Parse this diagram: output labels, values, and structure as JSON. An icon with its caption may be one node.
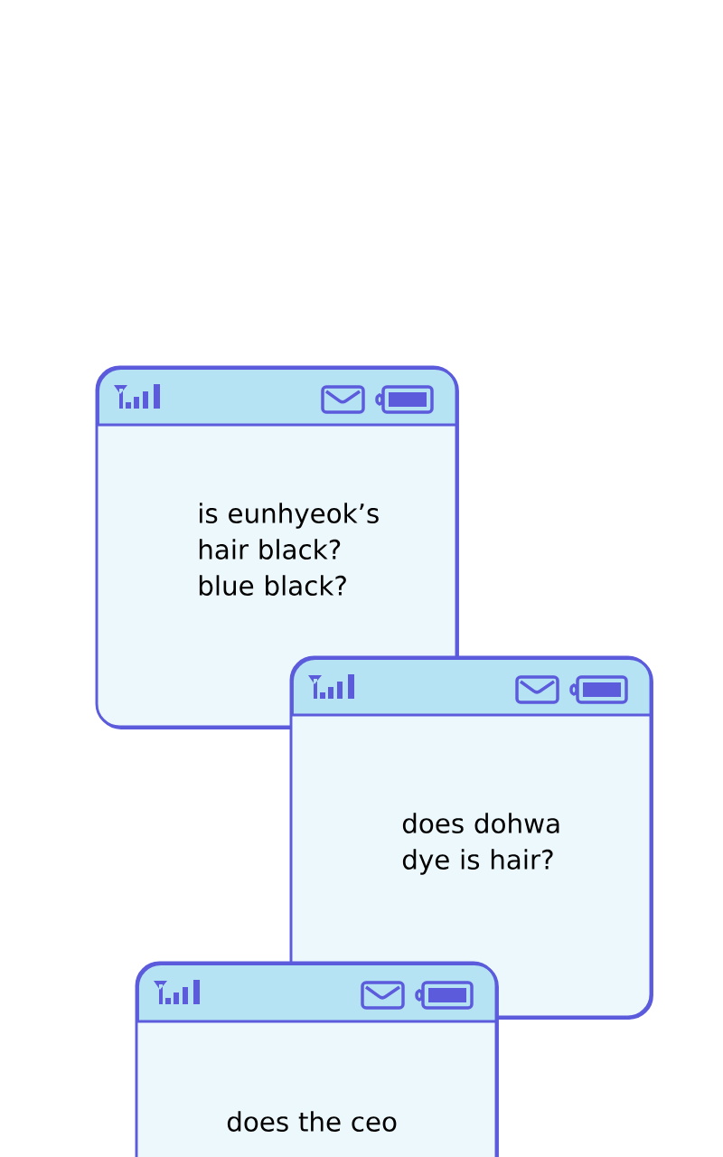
{
  "diagram": {
    "nodes": [
      {
        "text": [
          "is eunhyeok’s hair black? blue black?"
        ]
      },
      {
        "text": [
          "does dohwa dye is hair?"
        ]
      },
      {
        "text": [
          "does the ceo"
        ]
      }
    ]
  }
}
